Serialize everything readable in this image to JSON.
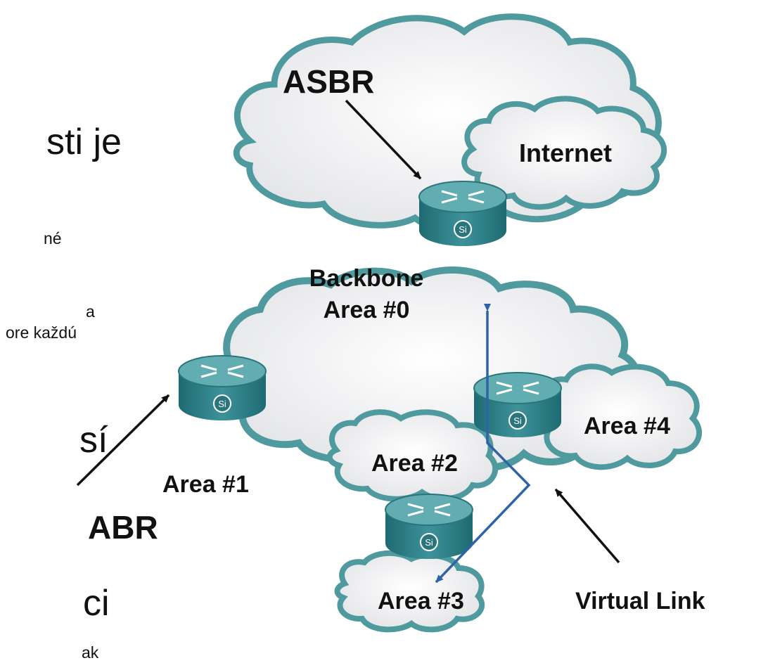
{
  "slide_text_fragments": [
    "sti je",
    "né",
    "a",
    "ore každú",
    "sí",
    "ci",
    "ak"
  ],
  "diagram": {
    "labels": {
      "asbr": "ASBR",
      "internet": "Internet",
      "backbone_line1": "Backbone",
      "backbone_line2": "Area #0",
      "area1": "Area #1",
      "area2": "Area #2",
      "area3": "Area #3",
      "area4": "Area #4",
      "abr": "ABR",
      "virtual_link": "Virtual Link"
    },
    "router_badge": "Si",
    "colors": {
      "cloud_fill": "#ececee",
      "cloud_edge": "#4f9a9e",
      "router_body": "#2f7e86",
      "router_top": "#5aa9ae",
      "virtual_link": "#2f63a8",
      "arrow": "#111111"
    }
  }
}
